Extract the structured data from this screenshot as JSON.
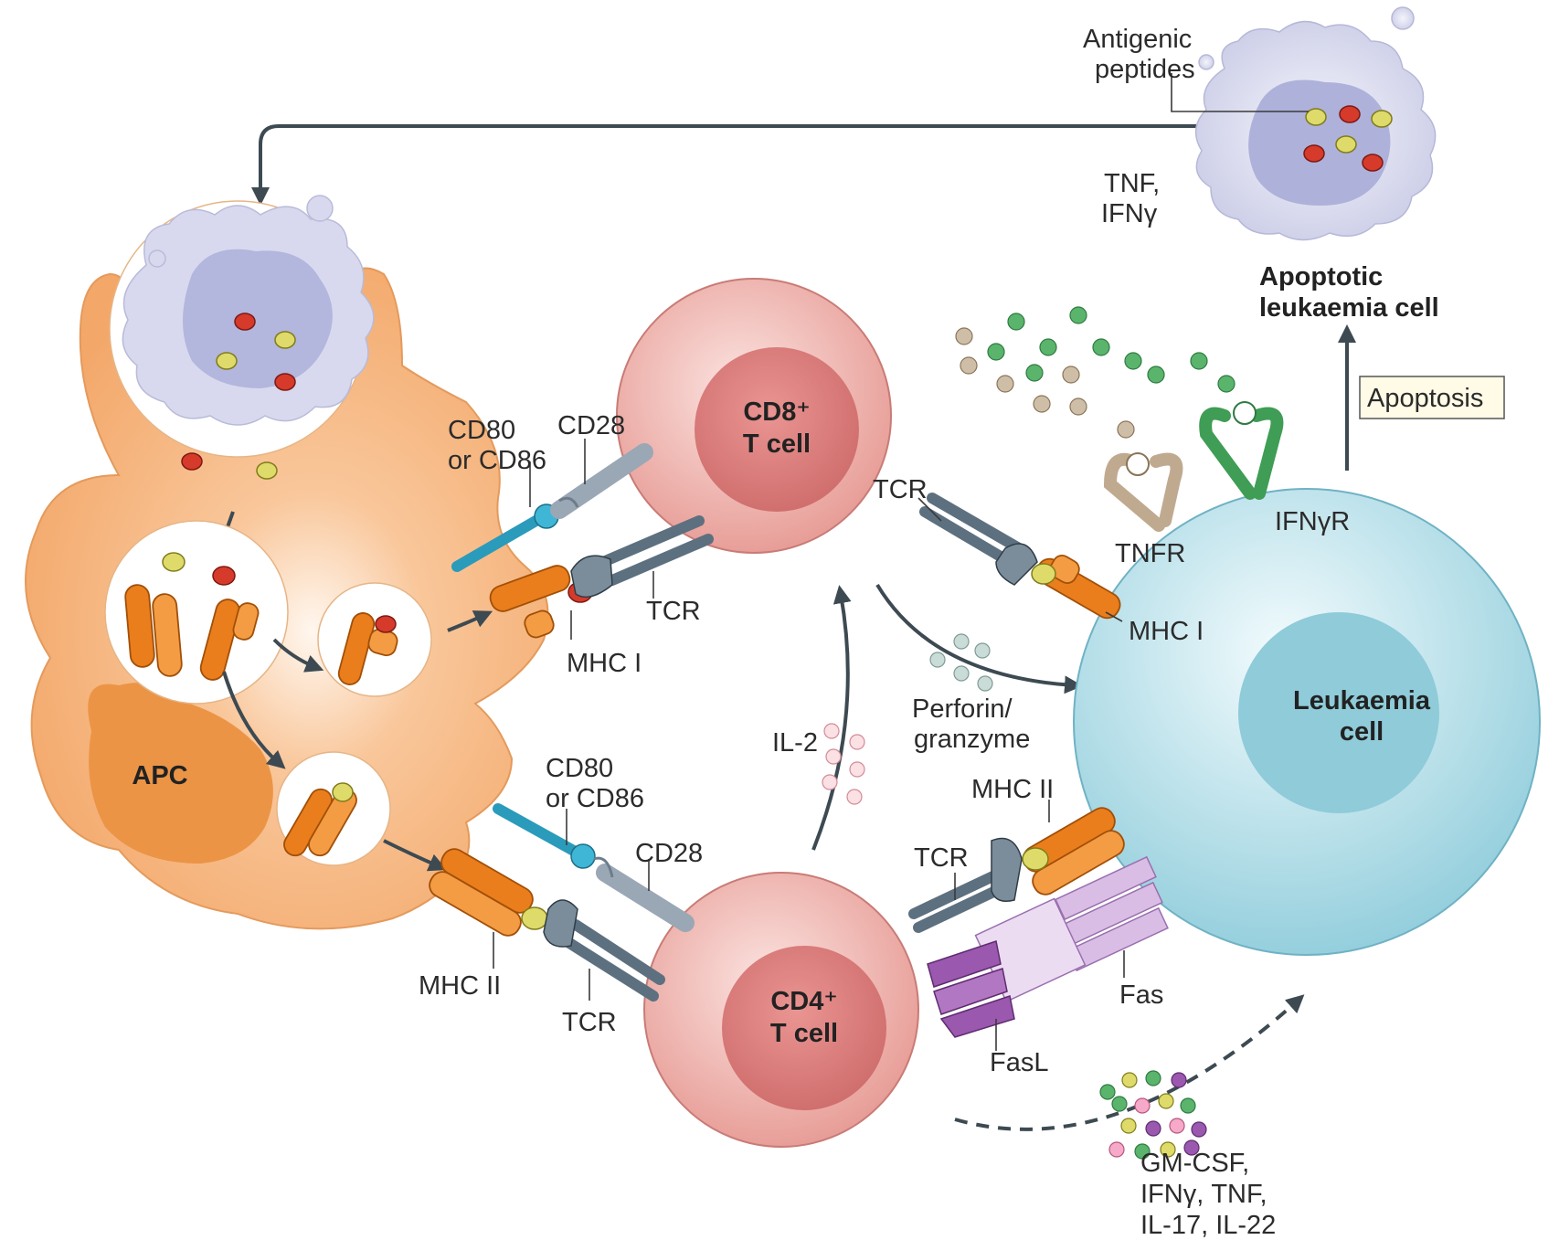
{
  "labels": {
    "antigenic_peptides": [
      "Antigenic",
      "peptides"
    ],
    "apoptotic_cell": [
      "Apoptotic",
      "leukaemia cell"
    ],
    "apoptosis": "Apoptosis",
    "tnf_ifng_top": [
      "TNF,",
      "IFNγ"
    ],
    "cd8_cell": [
      "CD8⁺",
      "T cell"
    ],
    "cd4_cell": [
      "CD4⁺",
      "T cell"
    ],
    "apc": "APC",
    "leukaemia_cell": [
      "Leukaemia",
      "cell"
    ],
    "cd80_cd86_top": [
      "CD80",
      "or CD86"
    ],
    "cd28_top": "CD28",
    "tcr_apc_top": "TCR",
    "mhc1_apc": "MHC I",
    "tcr_cd8_right": "TCR",
    "mhc1_leuk": "MHC I",
    "tnfr": "TNFR",
    "ifngr": "IFNγR",
    "perforin": [
      "Perforin/",
      "granzyme"
    ],
    "il2": "IL-2",
    "cd80_cd86_bottom": [
      "CD80",
      "or CD86"
    ],
    "cd28_bottom": "CD28",
    "mhc2_apc": "MHC II",
    "tcr_apc_bottom": "TCR",
    "mhc2_leuk": "MHC II",
    "tcr_cd4_right": "TCR",
    "fas": "Fas",
    "fasl": "FasL",
    "cytokines_bottom": [
      "GM-CSF,",
      "IFNγ, TNF,",
      "IL-17, IL-22"
    ]
  },
  "colors": {
    "apc_body": "#f5b17a",
    "apc_nucleus": "#ec9446",
    "t_cell": "#eda6a1",
    "t_cell_nucleus": "#dd7d7b",
    "leukaemia": "#a9dbe6",
    "leukaemia_nucleus": "#8fcbd9",
    "apoptotic_body": "#d6d6ec",
    "apoptotic_core": "#aeb1da",
    "mhc": "#ea7e1c",
    "tcr": "#5d7080",
    "cd80": "#2a9bbb",
    "cd28": "#9aa7b5",
    "ifngr": "#3f9d55",
    "tnfr": "#c0aa8f",
    "fas": "#d9bde5",
    "fasl": "#9a58ae"
  }
}
